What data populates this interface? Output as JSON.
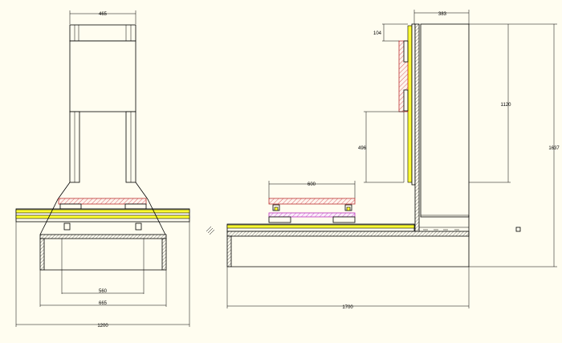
{
  "diagram": {
    "front_view": {
      "dim_top": "465",
      "dim_inner": "560",
      "dim_mid": "665",
      "dim_overall": "1200"
    },
    "side_view": {
      "dim_top": "383",
      "dim_small": "104",
      "dim_upper": "1120",
      "dim_lower": "496",
      "dim_height": "1637",
      "dim_platform": "600",
      "dim_overall": "1700"
    }
  }
}
